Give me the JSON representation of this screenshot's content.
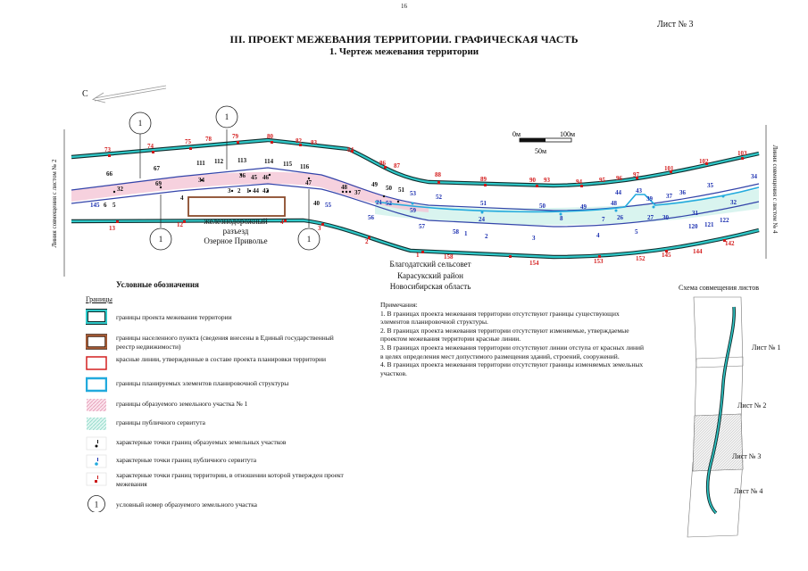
{
  "page_number": "16",
  "sheet_label": "Лист № 3",
  "title": "III. ПРОЕКТ МЕЖЕВАНИЯ ТЕРРИТОРИИ. ГРАФИЧЕСКАЯ ЧАСТЬ",
  "subtitle": "1. Чертеж межевания территории",
  "north_label": "С",
  "side_left": "Линия совмещения с листом № 2",
  "side_right": "Линия совмещения с листом № 4",
  "scale": {
    "start": "0м",
    "end": "100м",
    "mid": "50м"
  },
  "settlement": {
    "line1": "железнодорожный",
    "line2": "разъезд",
    "line3": "Озерное Приволье"
  },
  "region": {
    "line1": "Благодатский сельсовет",
    "line2": "Карасукский район",
    "line3": "Новосибирская область"
  },
  "parcel_numbers": [
    "1",
    "1",
    "1",
    "1"
  ],
  "labels_red": [
    "73",
    "74",
    "75",
    "78",
    "79",
    "80",
    "82",
    "83",
    "84",
    "86",
    "87",
    "88",
    "89",
    "90",
    "93",
    "94",
    "95",
    "96",
    "97",
    "101",
    "102",
    "103",
    "13",
    "12",
    "4",
    "3",
    "2",
    "1",
    "158",
    "154",
    "153",
    "152",
    "145",
    "144",
    "142"
  ],
  "labels_black": [
    "66",
    "67",
    "111",
    "112",
    "113",
    "114",
    "115",
    "116",
    "32",
    "69",
    "34",
    "36",
    "45",
    "46",
    "47",
    "48",
    "37",
    "49",
    "50",
    "51",
    "3",
    "2",
    "1",
    "44",
    "42",
    "4",
    "6",
    "5",
    "40"
  ],
  "labels_blue": [
    "145",
    "55",
    "56",
    "57",
    "58",
    "1",
    "2",
    "21",
    "52",
    "53",
    "59",
    "52",
    "24",
    "3",
    "51",
    "50",
    "8",
    "4",
    "49",
    "7",
    "48",
    "26",
    "27",
    "5",
    "44",
    "43",
    "39",
    "37",
    "36",
    "35",
    "34",
    "30",
    "31",
    "32",
    "120",
    "121",
    "122"
  ],
  "legend": {
    "title": "Условные обозначения",
    "section": "Границы",
    "items": [
      "границы проекта межевания территории",
      "границы населенного пункта (сведения внесены в Единый государственный реестр недвижимости)",
      "красные линии, утвержденные в составе проекта планировки территории",
      "границы планируемых элементов планировочной структуры",
      "границы образуемого земельного участка № 1",
      "границы публичного сервитута",
      "характерные точки границ образуемых земельных участков",
      "характерные точки границ публичного сервитута",
      "характерные точки границ территории, в отношении которой утвержден проект межевания",
      "условный номер образуемого земельного участка"
    ],
    "circle_symbol": "1"
  },
  "notes": {
    "heading": "Примечания:",
    "items": [
      "1. В границах проекта межевания территории отсутствуют границы существующих элементов планировочной структуры.",
      "2. В границах проекта межевания территории отсутствуют изменяемые, утверждаемые проектом межевания территории красные линии.",
      "3. В границах проекта межевания территории отсутствуют линии отступа от красных линий в целях определения мест допустимого размещения зданий, строений, сооружений.",
      "4. В границах проекта межевания территории отсутствуют границы изменяемых земельных участков."
    ]
  },
  "scheme": {
    "title": "Схема совмещения листов",
    "sheets": [
      "Лист № 1",
      "Лист № 2",
      "Лист № 3",
      "Лист № 4"
    ]
  },
  "colors": {
    "boundary": "#1a8a8a",
    "settlement": "#8a4b2b",
    "red_line": "#d42020",
    "planning": "#22aadd",
    "parcel_label_blue": "#1b2fb0",
    "point_red": "#cc1a1a"
  }
}
